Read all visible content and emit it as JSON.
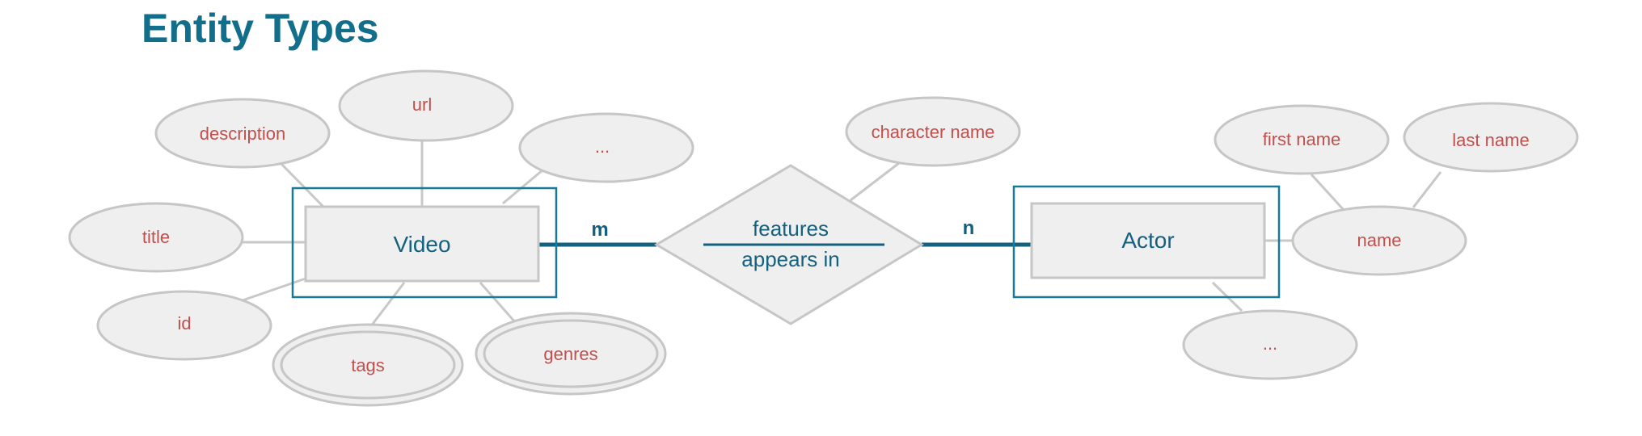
{
  "title": "Entity Types",
  "colors": {
    "title": "#126f8c",
    "entity_text": "#13607f",
    "attribute_text": "#c0504d",
    "shape_fill": "#efefef",
    "shape_stroke": "#c6c6c6",
    "entity_frame": "#187a96",
    "relation_line": "#13607f",
    "connector": "#c8c8c8"
  },
  "entities": {
    "video": {
      "label": "Video"
    },
    "actor": {
      "label": "Actor"
    }
  },
  "relationship": {
    "label_top": "features",
    "label_bottom": "appears in",
    "card_left": "m",
    "card_right": "n"
  },
  "attributes": {
    "description": "description",
    "url": "url",
    "video_more": "...",
    "title": "title",
    "id": "id",
    "tags": "tags",
    "genres": "genres",
    "character_name": "character name",
    "first_name": "first name",
    "last_name": "last name",
    "name": "name",
    "actor_more": "..."
  }
}
